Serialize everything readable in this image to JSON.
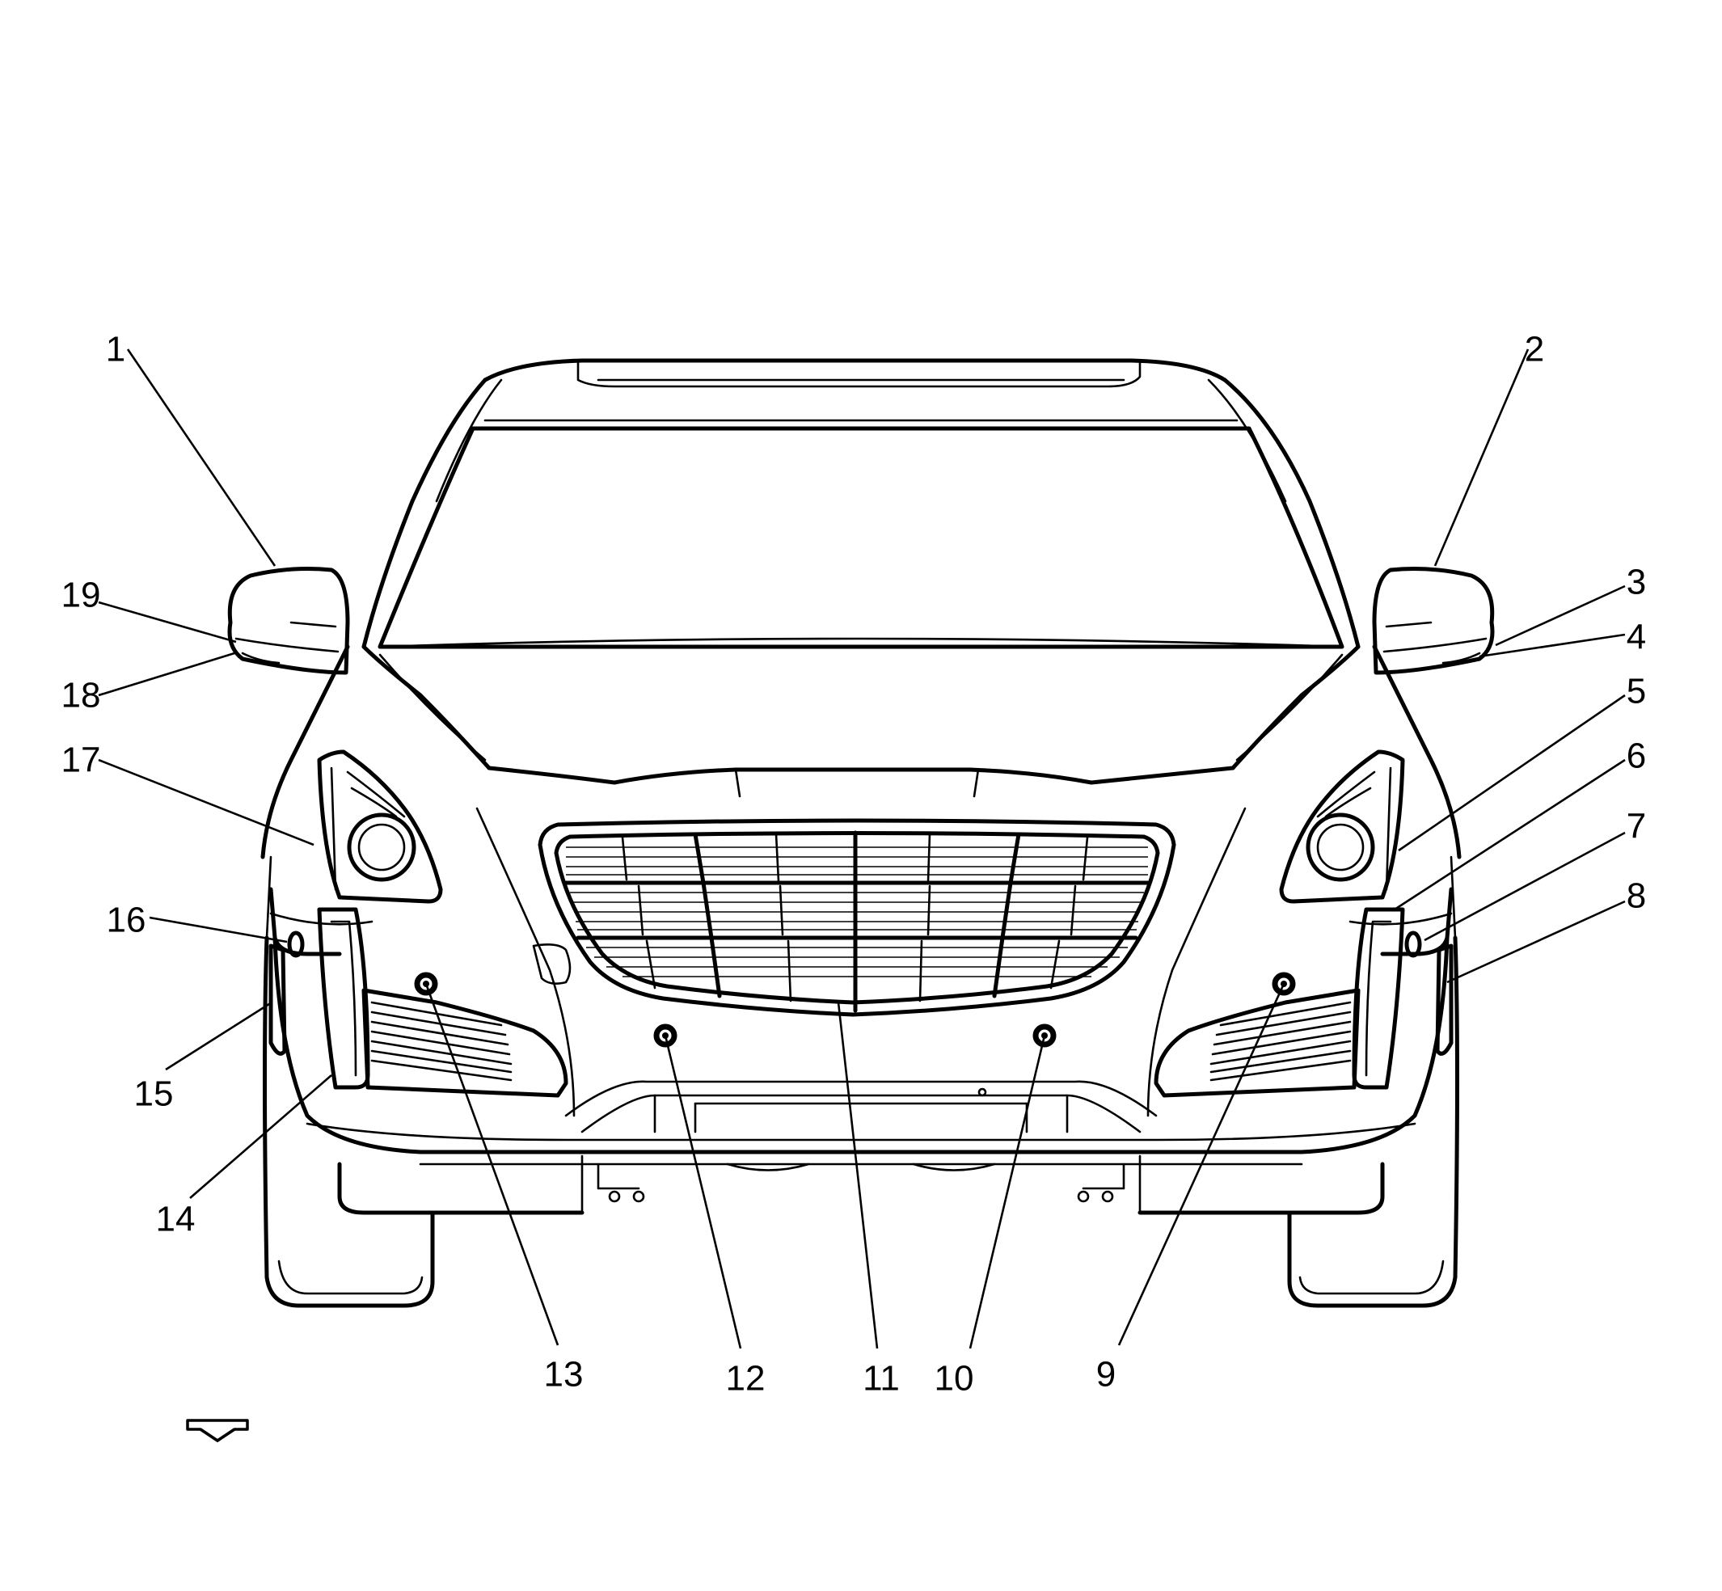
{
  "diagram": {
    "callouts": [
      {
        "label": "1"
      },
      {
        "label": "2"
      },
      {
        "label": "3"
      },
      {
        "label": "4"
      },
      {
        "label": "5"
      },
      {
        "label": "6"
      },
      {
        "label": "7"
      },
      {
        "label": "8"
      },
      {
        "label": "9"
      },
      {
        "label": "10"
      },
      {
        "label": "11"
      },
      {
        "label": "12"
      },
      {
        "label": "13"
      },
      {
        "label": "14"
      },
      {
        "label": "15"
      },
      {
        "label": "16"
      },
      {
        "label": "17"
      },
      {
        "label": "18"
      },
      {
        "label": "19"
      }
    ],
    "view_arrow_icon": "front-view-arrow-icon"
  }
}
